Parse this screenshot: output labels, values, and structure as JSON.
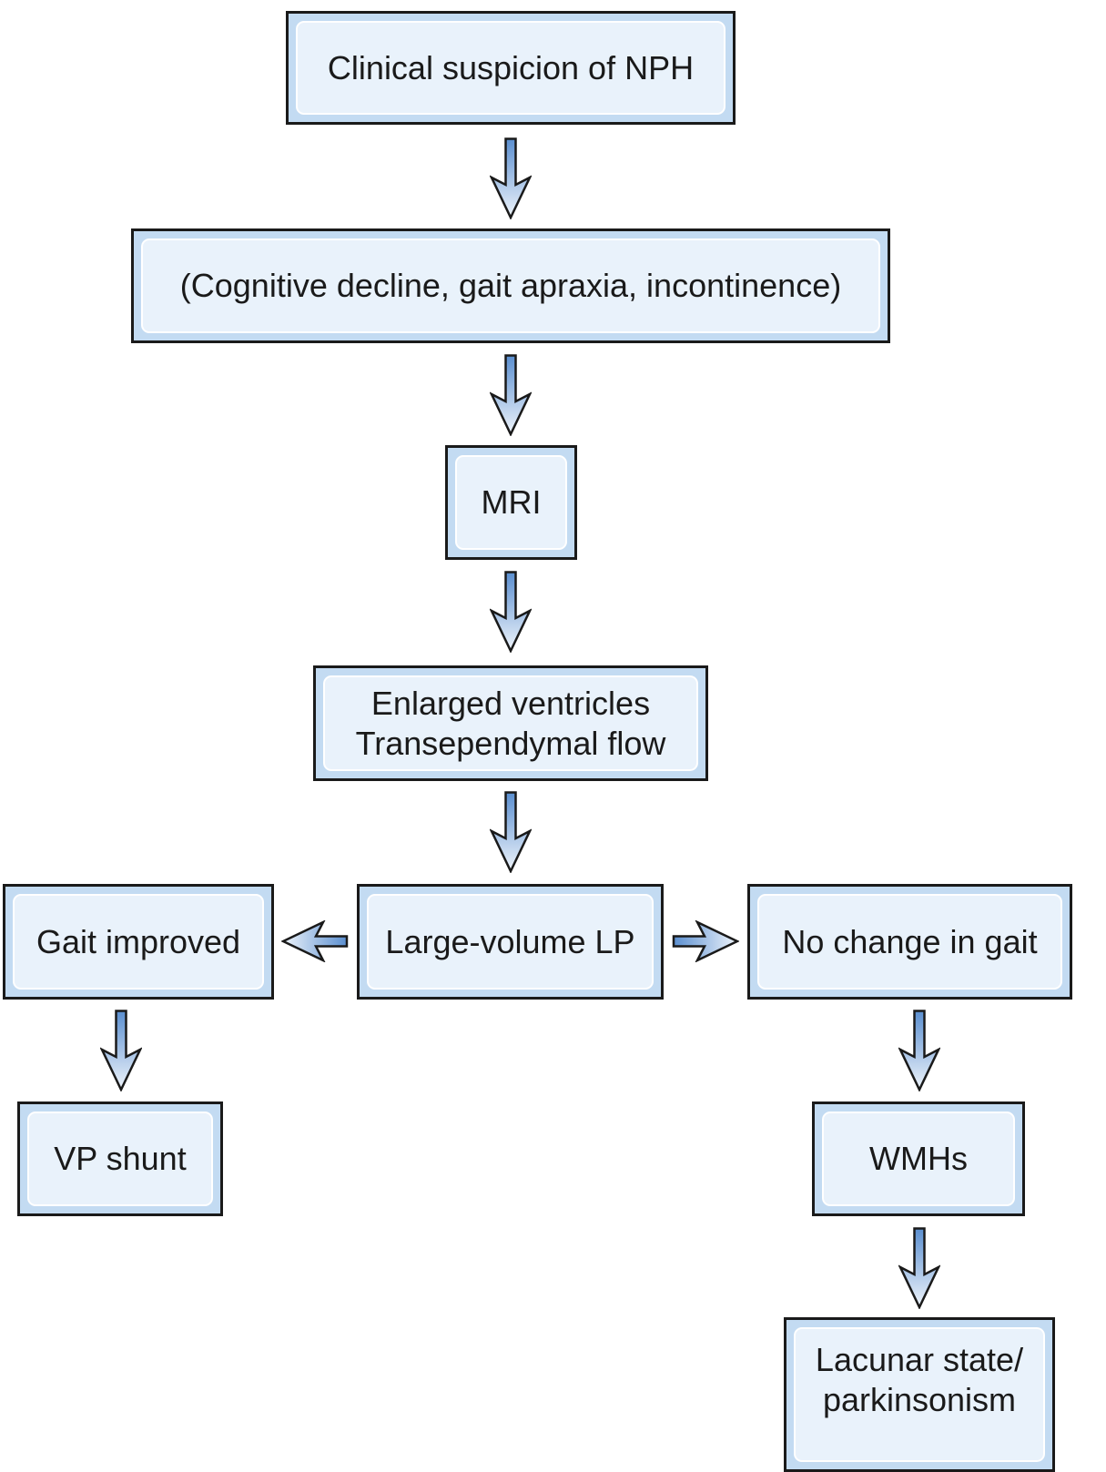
{
  "diagram": {
    "title": "NPH diagnostic flowchart",
    "colors": {
      "box_fill": "#c3dbf2",
      "box_inner": "#e9f2fb",
      "border": "#1a1a1a",
      "arrow_dark": "#5b8fd0",
      "arrow_light": "#e9f2fb"
    },
    "nodes": {
      "clinical_suspicion": "Clinical suspicion of NPH",
      "symptoms": "(Cognitive decline, gait apraxia, incontinence)",
      "mri": "MRI",
      "mri_findings_line1": "Enlarged ventricles",
      "mri_findings_line2": "Transependymal flow",
      "large_volume_lp": "Large-volume LP",
      "gait_improved": "Gait improved",
      "no_change": "No change in gait",
      "vp_shunt": "VP shunt",
      "wmhs": "WMHs",
      "lacunar_line1": "Lacunar state/",
      "lacunar_line2": "parkinsonism"
    },
    "edges": [
      {
        "from": "clinical_suspicion",
        "to": "symptoms"
      },
      {
        "from": "symptoms",
        "to": "mri"
      },
      {
        "from": "mri",
        "to": "mri_findings"
      },
      {
        "from": "mri_findings",
        "to": "large_volume_lp"
      },
      {
        "from": "large_volume_lp",
        "to": "gait_improved"
      },
      {
        "from": "large_volume_lp",
        "to": "no_change"
      },
      {
        "from": "gait_improved",
        "to": "vp_shunt"
      },
      {
        "from": "no_change",
        "to": "wmhs"
      },
      {
        "from": "wmhs",
        "to": "lacunar"
      }
    ]
  }
}
